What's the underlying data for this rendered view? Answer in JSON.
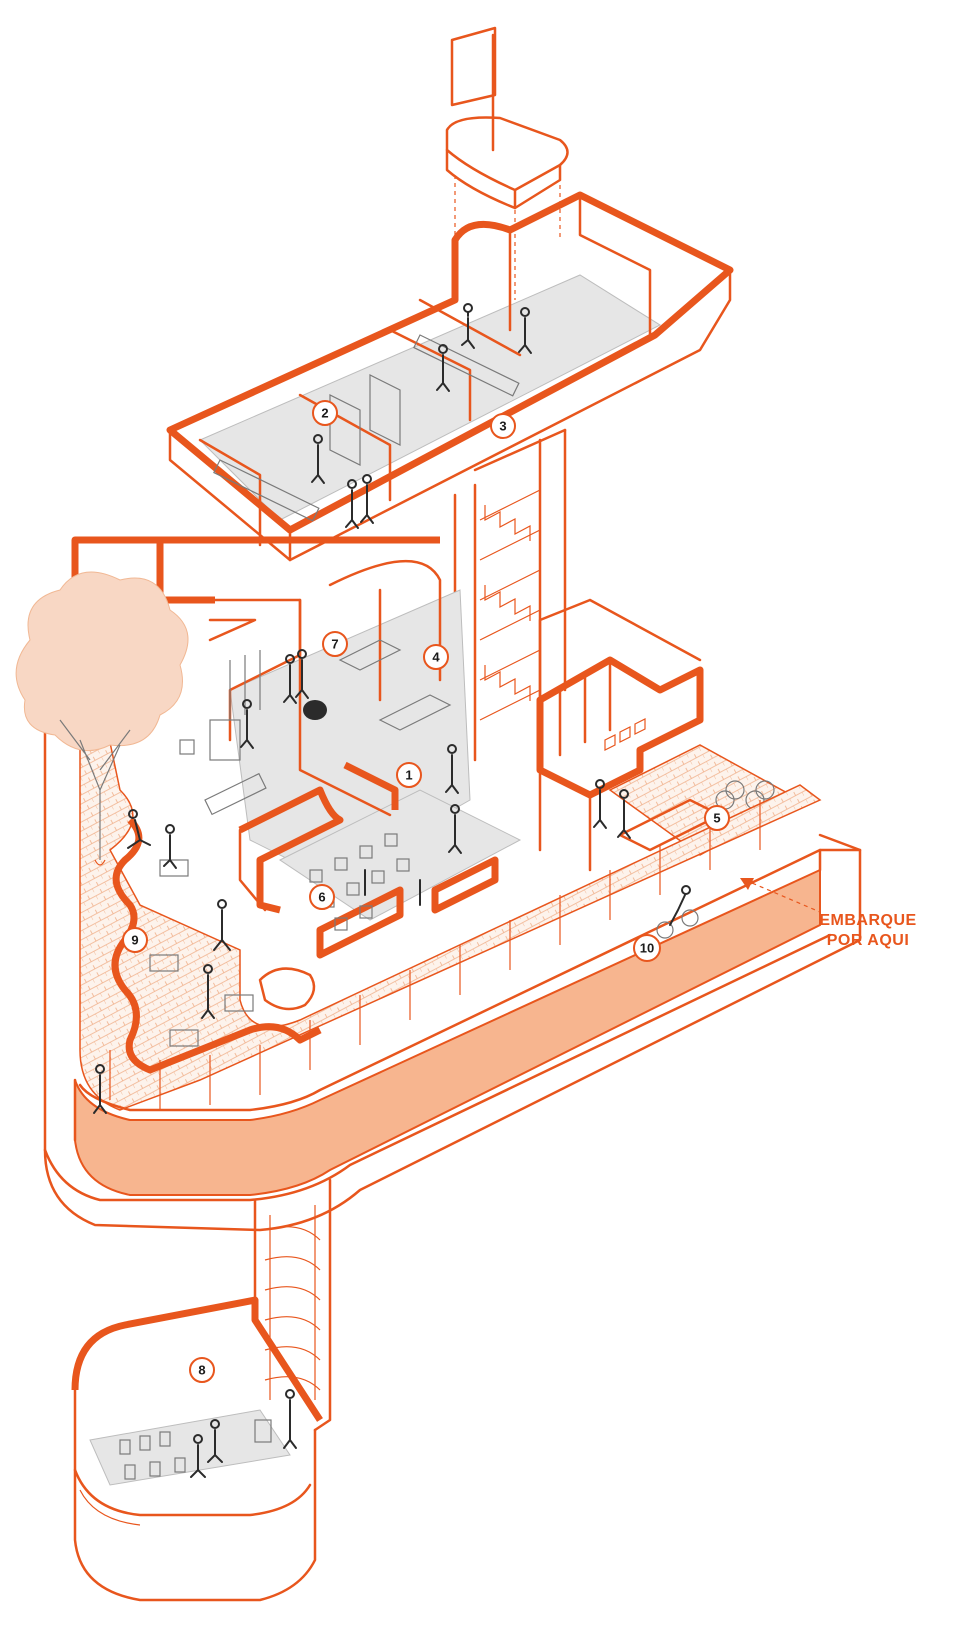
{
  "colors": {
    "accent": "#e8561d",
    "fill_light": "#f7b58f",
    "floor": "#e6e6e6",
    "tree": "#f8d7c4"
  },
  "markers": [
    {
      "id": "1",
      "label": "1"
    },
    {
      "id": "2",
      "label": "2"
    },
    {
      "id": "3",
      "label": "3"
    },
    {
      "id": "4",
      "label": "4"
    },
    {
      "id": "5",
      "label": "5"
    },
    {
      "id": "6",
      "label": "6"
    },
    {
      "id": "7",
      "label": "7"
    },
    {
      "id": "8",
      "label": "8"
    },
    {
      "id": "9",
      "label": "9"
    },
    {
      "id": "10",
      "label": "10"
    }
  ],
  "callout": {
    "line1": "EMBARQUE",
    "line2": "POR AQUI"
  }
}
